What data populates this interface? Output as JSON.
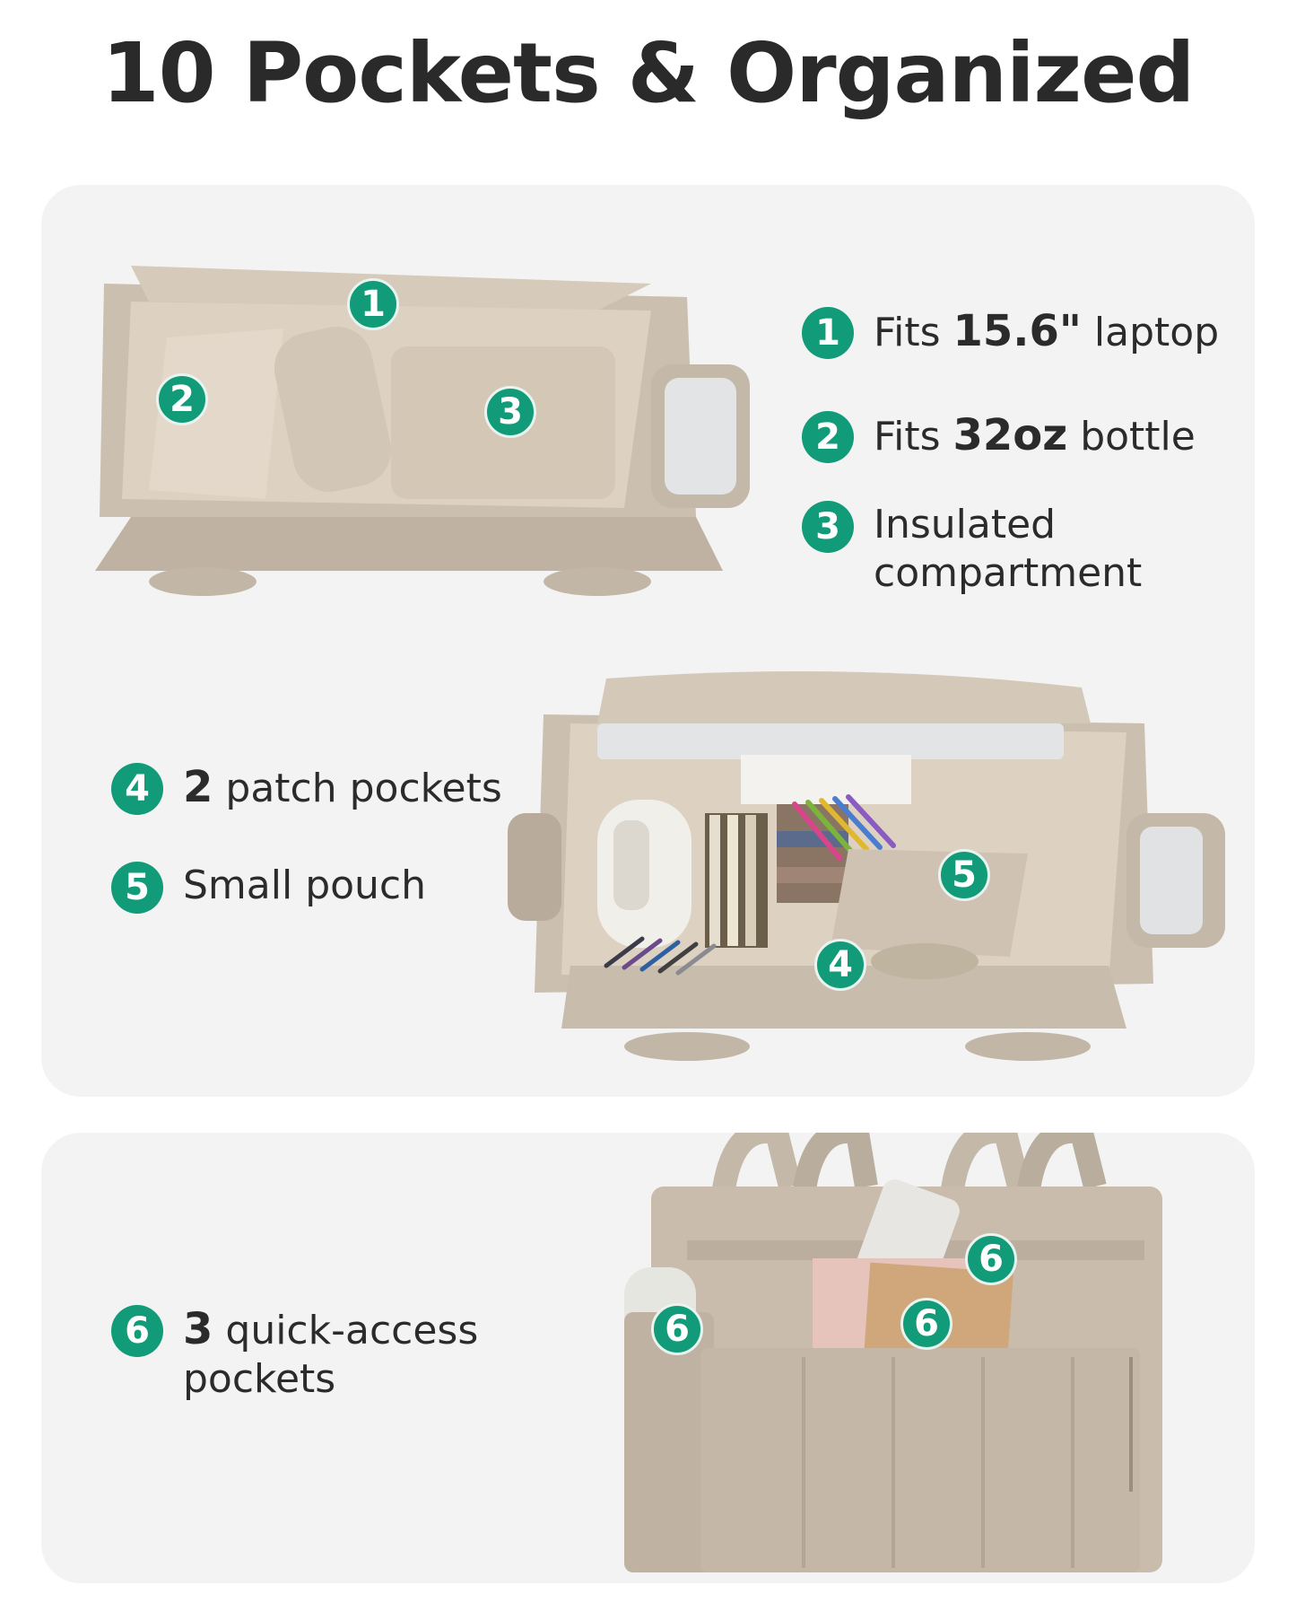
{
  "title": "10 Pockets & Organized",
  "features": [
    {
      "num": "1",
      "pre": "Fits ",
      "bold": "15.6\"",
      "post": " laptop"
    },
    {
      "num": "2",
      "pre": "Fits ",
      "bold": "32oz",
      "post": " bottle"
    },
    {
      "num": "3",
      "line1": "Insulated",
      "line2": "compartment"
    },
    {
      "num": "4",
      "bold": "2",
      "post": " patch pockets"
    },
    {
      "num": "5",
      "text": "Small pouch"
    },
    {
      "num": "6",
      "bold": "3",
      "post": " quick-access",
      "line2": "pockets"
    }
  ],
  "image_badges": {
    "top_bag": [
      "1",
      "2",
      "3"
    ],
    "middle_bag": [
      "5",
      "4"
    ],
    "front_bag": [
      "6",
      "6",
      "6"
    ]
  },
  "colors": {
    "badge_green": "#129b78",
    "panel_bg": "#f3f3f3",
    "bag_beige": "#c9bcad",
    "lining": "#ddd0c0"
  }
}
